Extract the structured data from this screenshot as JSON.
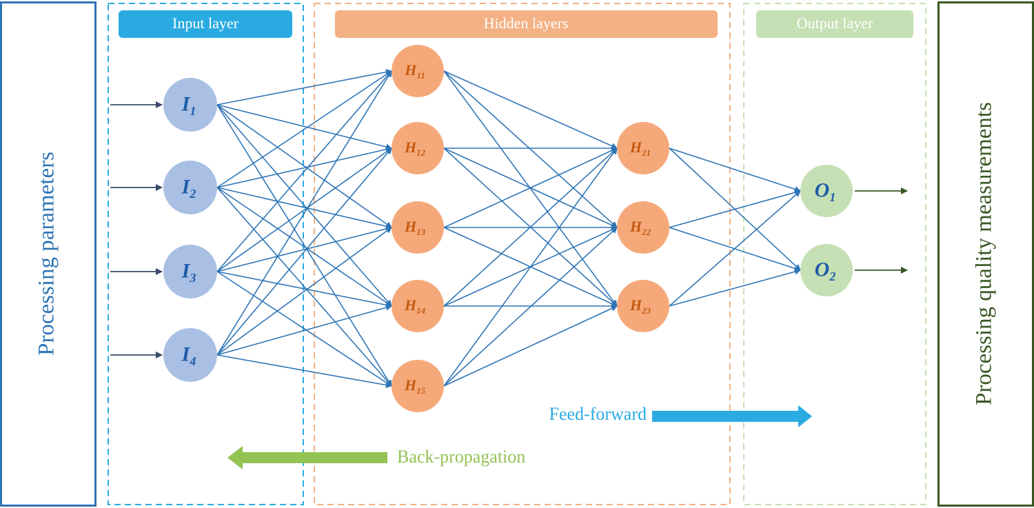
{
  "left_panel": {
    "label": "Processing parameters",
    "color": "#2e74b5"
  },
  "right_panel": {
    "label": "Processing quality measurements",
    "color": "#385723"
  },
  "layers": {
    "input": {
      "title": "Input layer",
      "color": "#29abe2",
      "node_color": "#a9c0e4",
      "text_color": "#1f5ca8"
    },
    "hidden": {
      "title": "Hidden layers",
      "color": "#f4b183",
      "node_color": "#f5a97a",
      "text_color": "#c55a11"
    },
    "output": {
      "title": "Output layer",
      "color": "#c5e0b4",
      "node_color": "#c5e0b4",
      "text_color": "#1f5ca8"
    }
  },
  "nodes": {
    "input": [
      {
        "letter": "I",
        "sub": "1"
      },
      {
        "letter": "I",
        "sub": "2"
      },
      {
        "letter": "I",
        "sub": "3"
      },
      {
        "letter": "I",
        "sub": "4"
      }
    ],
    "hidden1": [
      {
        "letter": "H",
        "sub": "11"
      },
      {
        "letter": "H",
        "sub": "12"
      },
      {
        "letter": "H",
        "sub": "13"
      },
      {
        "letter": "H",
        "sub": "14"
      },
      {
        "letter": "H",
        "sub": "15"
      }
    ],
    "hidden2": [
      {
        "letter": "H",
        "sub": "21"
      },
      {
        "letter": "H",
        "sub": "22"
      },
      {
        "letter": "H",
        "sub": "23"
      }
    ],
    "output": [
      {
        "letter": "O",
        "sub": "1"
      },
      {
        "letter": "O",
        "sub": "2"
      }
    ]
  },
  "connection_color": "#2e75b6",
  "feed_forward": {
    "label": "Feed-forward",
    "color": "#29abe2"
  },
  "back_propagation": {
    "label": "Back-propagation",
    "color": "#92c353"
  }
}
